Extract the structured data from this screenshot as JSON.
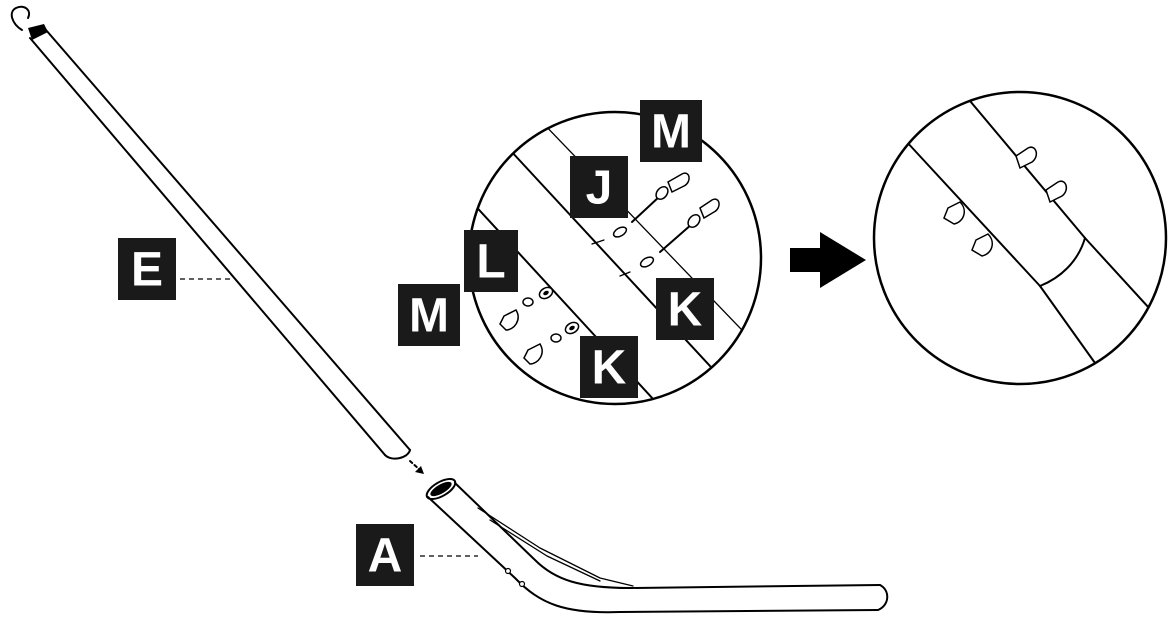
{
  "labels": {
    "tube_upper": "E",
    "tube_lower": "A",
    "detail_bolt_top": "J",
    "detail_nut_top": "M",
    "detail_washer": "L",
    "detail_nut_left": "M",
    "detail_knob_right": "K",
    "detail_knob_bottom": "K"
  },
  "icons": {
    "arrow": "right-arrow-icon"
  },
  "colors": {
    "label_background": "#1a1a1a",
    "label_text": "#ffffff",
    "stroke": "#000000",
    "background": "#ffffff"
  }
}
